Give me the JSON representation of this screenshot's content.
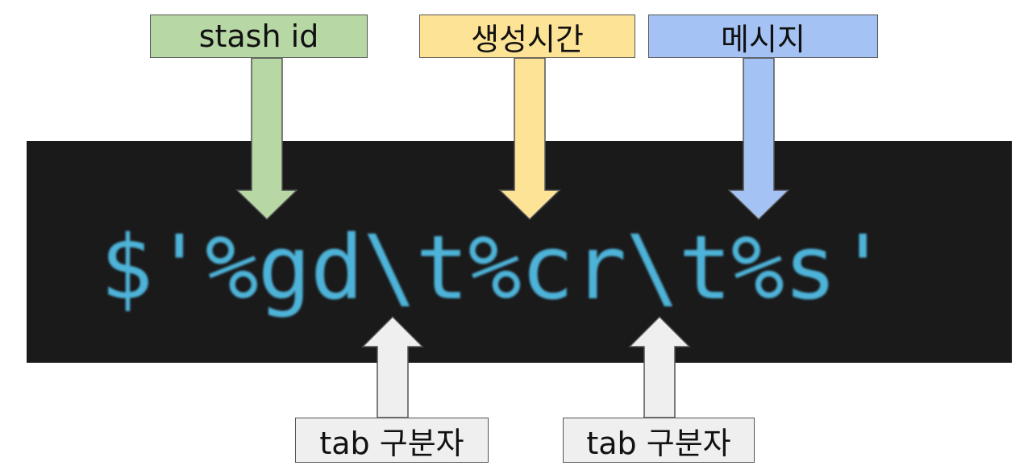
{
  "labels": {
    "stash_id": "stash id",
    "created_time": "생성시간",
    "message": "메시지",
    "tab_separator_1": "tab 구분자",
    "tab_separator_2": "tab 구분자"
  },
  "command": "$'%gd\\t%cr\\t%s'",
  "colors": {
    "terminal_bg": "#1a1a1b",
    "command_text": "#4eb3d8",
    "stash_id": "#b7d7a4",
    "created_time": "#fde396",
    "message": "#a4c2f3",
    "tab_separator": "#efefef",
    "border": "#555555"
  }
}
